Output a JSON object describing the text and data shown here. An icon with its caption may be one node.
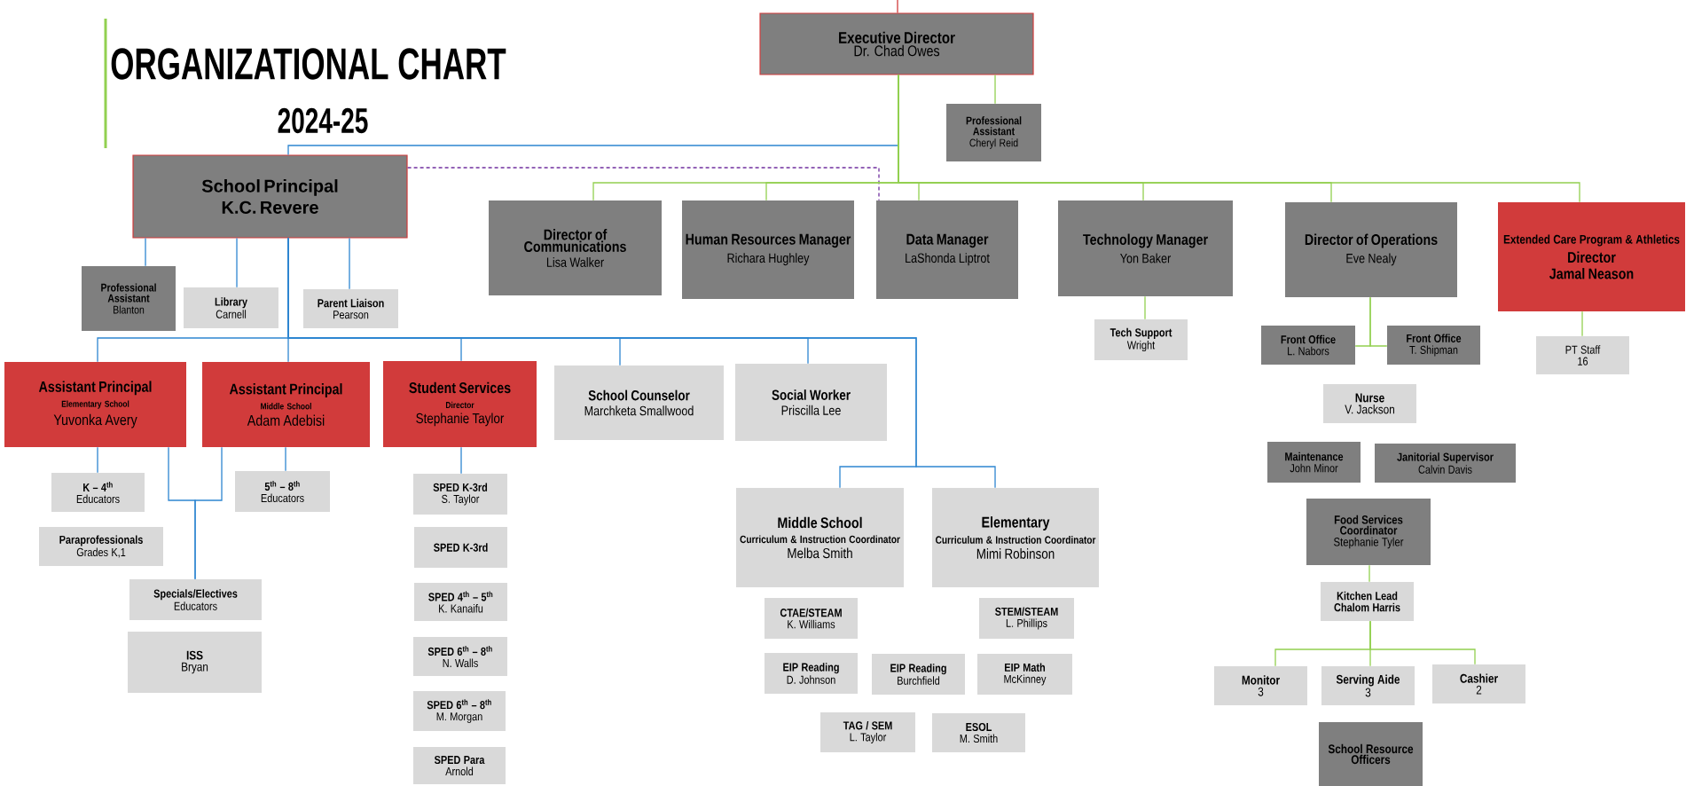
{
  "diagram": {
    "title": "ORGANIZATIONAL CHART",
    "nodes": [
      {
        "text": [
          "Executive Director",
          "Dr. Chad Owes"
        ]
      },
      {
        "text": [
          "Professional Assistant",
          "Cheryl Reid"
        ]
      },
      {
        "text": [
          "School Principal",
          "K.C. Revere"
        ]
      },
      {
        "text": [
          "Director of Communications",
          "Lisa Walker"
        ]
      },
      {
        "text": [
          "Human Resources Manager",
          "Richara Hughley"
        ]
      },
      {
        "text": [
          "Data Manager",
          "LaShonda Liptrot"
        ]
      },
      {
        "text": [
          "Technology Manager",
          "Yon Baker"
        ]
      },
      {
        "text": [
          "Director of Operations",
          "Eve Nealy"
        ]
      },
      {
        "text": [
          "Extended Care Program & Athletics",
          "Director",
          "Jamal Neason"
        ]
      },
      {
        "text": [
          "Professional Assistant",
          "Blanton"
        ]
      },
      {
        "text": [
          "Library",
          "Carnell"
        ]
      },
      {
        "text": [
          "Parent Liaison",
          "Pearson"
        ]
      },
      {
        "text": [
          "Tech Support",
          "Wright"
        ]
      },
      {
        "text": [
          "Front Office",
          "L. Nabors"
        ]
      },
      {
        "text": [
          "Front Office",
          "T. Shipman"
        ]
      },
      {
        "text": [
          "PT Staff",
          "16"
        ]
      },
      {
        "text": [
          "Assistant Principal",
          "Elementary School",
          "Yuvonka Avery"
        ]
      },
      {
        "text": [
          "Assistant Principal",
          "Middle School",
          "Adam Adebisi"
        ]
      },
      {
        "text": [
          "Student Services",
          "Director",
          "Stephanie Taylor"
        ]
      },
      {
        "text": [
          "School Counselor",
          "Marchketa Smallwood"
        ]
      },
      {
        "text": [
          "Social Worker",
          "Priscilla Lee"
        ]
      },
      {
        "text": [
          "Nurse",
          "V. Jackson"
        ]
      },
      {
        "text": [
          "K – 4$^{th}$",
          "Educators"
        ]
      },
      {
        "text": [
          "5$^{th}$ – 8$^{th}$",
          "Educators"
        ]
      },
      {
        "text": [
          "SPED K-3rd",
          "S. Taylor"
        ]
      },
      {
        "text": [
          "Maintenance",
          "John Minor"
        ]
      },
      {
        "text": [
          "Janitorial Supervisor",
          "Calvin Davis"
        ]
      },
      {
        "text": [
          "Paraprofessionals",
          "Grades K,1"
        ]
      },
      {
        "text": [
          "SPED K-3rd"
        ]
      },
      {
        "text": [
          "Food Services Coordinator",
          "Stephanie Tyler"
        ]
      },
      {
        "text": [
          "Middle School",
          "Curriculum & Instruction Coordinator",
          "Melba Smith"
        ]
      },
      {
        "text": [
          "Elementary",
          "Curriculum & Instruction Coordinator",
          "Mimi Robinson"
        ]
      },
      {
        "text": [
          "Specials/Electives",
          "Educators"
        ]
      },
      {
        "text": [
          "SPED 4$^{th}$ – 5$^{th}$",
          "K. Kanaifu"
        ]
      },
      {
        "text": [
          "Kitchen Lead",
          "Chalom Harris"
        ]
      },
      {
        "text": [
          "CTAE/STEAM",
          "K. Williams"
        ]
      },
      {
        "text": [
          "STEM/STEAM",
          "L. Phillips"
        ]
      },
      {
        "text": [
          "ISS",
          "Bryan"
        ]
      },
      {
        "text": [
          "SPED 6$^{th}$ – 8$^{th}$",
          "N. Walls"
        ]
      },
      {
        "text": [
          "EIP Reading",
          "D. Johnson"
        ]
      },
      {
        "text": [
          "EIP Reading",
          "Burchfield"
        ]
      },
      {
        "text": [
          "EIP Math",
          "McKinney"
        ]
      },
      {
        "text": [
          "Monitor",
          "3"
        ]
      },
      {
        "text": [
          "Serving Aide",
          "3"
        ]
      },
      {
        "text": [
          "Cashier",
          "2"
        ]
      },
      {
        "text": [
          "SPED 6$^{th}$ – 8$^{th}$",
          "M. Morgan"
        ]
      },
      {
        "text": [
          "TAG / SEM",
          "L. Taylor"
        ]
      },
      {
        "text": [
          "ESOL",
          "M. Smith"
        ]
      },
      {
        "text": [
          "SPED Para",
          "Arnold"
        ]
      },
      {
        "text": [
          "School Resource Officers"
        ]
      }
    ],
    "edges": [
      {
        "from": null,
        "to": 0,
        "arrow": "none",
        "color": "#d13b3b"
      },
      {
        "from": 0,
        "to": 1,
        "arrow": "none",
        "color": "#92d050"
      },
      {
        "from": 0,
        "to": 2,
        "arrow": "none",
        "color": "#2e86d1"
      },
      {
        "from": 0,
        "to": 3,
        "arrow": "none",
        "color": "#92d050"
      },
      {
        "from": 0,
        "to": 4,
        "arrow": "none",
        "color": "#92d050"
      },
      {
        "from": 0,
        "to": 5,
        "arrow": "none",
        "color": "#92d050"
      },
      {
        "from": 0,
        "to": 6,
        "arrow": "none",
        "color": "#92d050"
      },
      {
        "from": 0,
        "to": 7,
        "arrow": "none",
        "color": "#92d050"
      },
      {
        "from": 0,
        "to": 8,
        "arrow": "none",
        "color": "#92d050"
      },
      {
        "from": 2,
        "to": 5,
        "arrow": "none",
        "style": "dashed",
        "color": "#7030a0"
      },
      {
        "from": 2,
        "to": 9,
        "arrow": "none",
        "color": "#2e86d1"
      },
      {
        "from": 2,
        "to": 10,
        "arrow": "none",
        "color": "#2e86d1"
      },
      {
        "from": 2,
        "to": 11,
        "arrow": "none",
        "color": "#2e86d1"
      },
      {
        "from": 2,
        "to": 16,
        "arrow": "none",
        "color": "#2e86d1"
      },
      {
        "from": 2,
        "to": 17,
        "arrow": "none",
        "color": "#2e86d1"
      },
      {
        "from": 2,
        "to": 18,
        "arrow": "none",
        "color": "#2e86d1"
      },
      {
        "from": 2,
        "to": 19,
        "arrow": "none",
        "color": "#2e86d1"
      },
      {
        "from": 2,
        "to": 20,
        "arrow": "none",
        "color": "#2e86d1"
      },
      {
        "from": 2,
        "to": 30,
        "arrow": "none",
        "color": "#2e86d1"
      },
      {
        "from": 2,
        "to": 31,
        "arrow": "none",
        "color": "#2e86d1"
      },
      {
        "from": 6,
        "to": 12,
        "arrow": "none",
        "color": "#92d050"
      },
      {
        "from": 7,
        "to": 13,
        "arrow": "none",
        "color": "#92d050"
      },
      {
        "from": 7,
        "to": 14,
        "arrow": "none",
        "color": "#92d050"
      },
      {
        "from": 8,
        "to": 15,
        "arrow": "none",
        "color": "#92d050"
      },
      {
        "from": 16,
        "to": 22,
        "arrow": "none",
        "color": "#2e86d1"
      },
      {
        "from": 17,
        "to": 23,
        "arrow": "none",
        "color": "#2e86d1"
      },
      {
        "from": 18,
        "to": 24,
        "arrow": "none",
        "color": "#2e86d1"
      },
      {
        "from": 16,
        "to": 32,
        "arrow": "none",
        "color": "#2e86d1"
      },
      {
        "from": 17,
        "to": 32,
        "arrow": "none",
        "color": "#2e86d1"
      },
      {
        "from": 29,
        "to": 34,
        "arrow": "none",
        "color": "#92d050"
      },
      {
        "from": 34,
        "to": 42,
        "arrow": "none",
        "color": "#92d050"
      },
      {
        "from": 34,
        "to": 43,
        "arrow": "none",
        "color": "#92d050"
      },
      {
        "from": 34,
        "to": 44,
        "arrow": "none",
        "color": "#92d050"
      }
    ],
    "labels": [
      "2024-25"
    ]
  }
}
